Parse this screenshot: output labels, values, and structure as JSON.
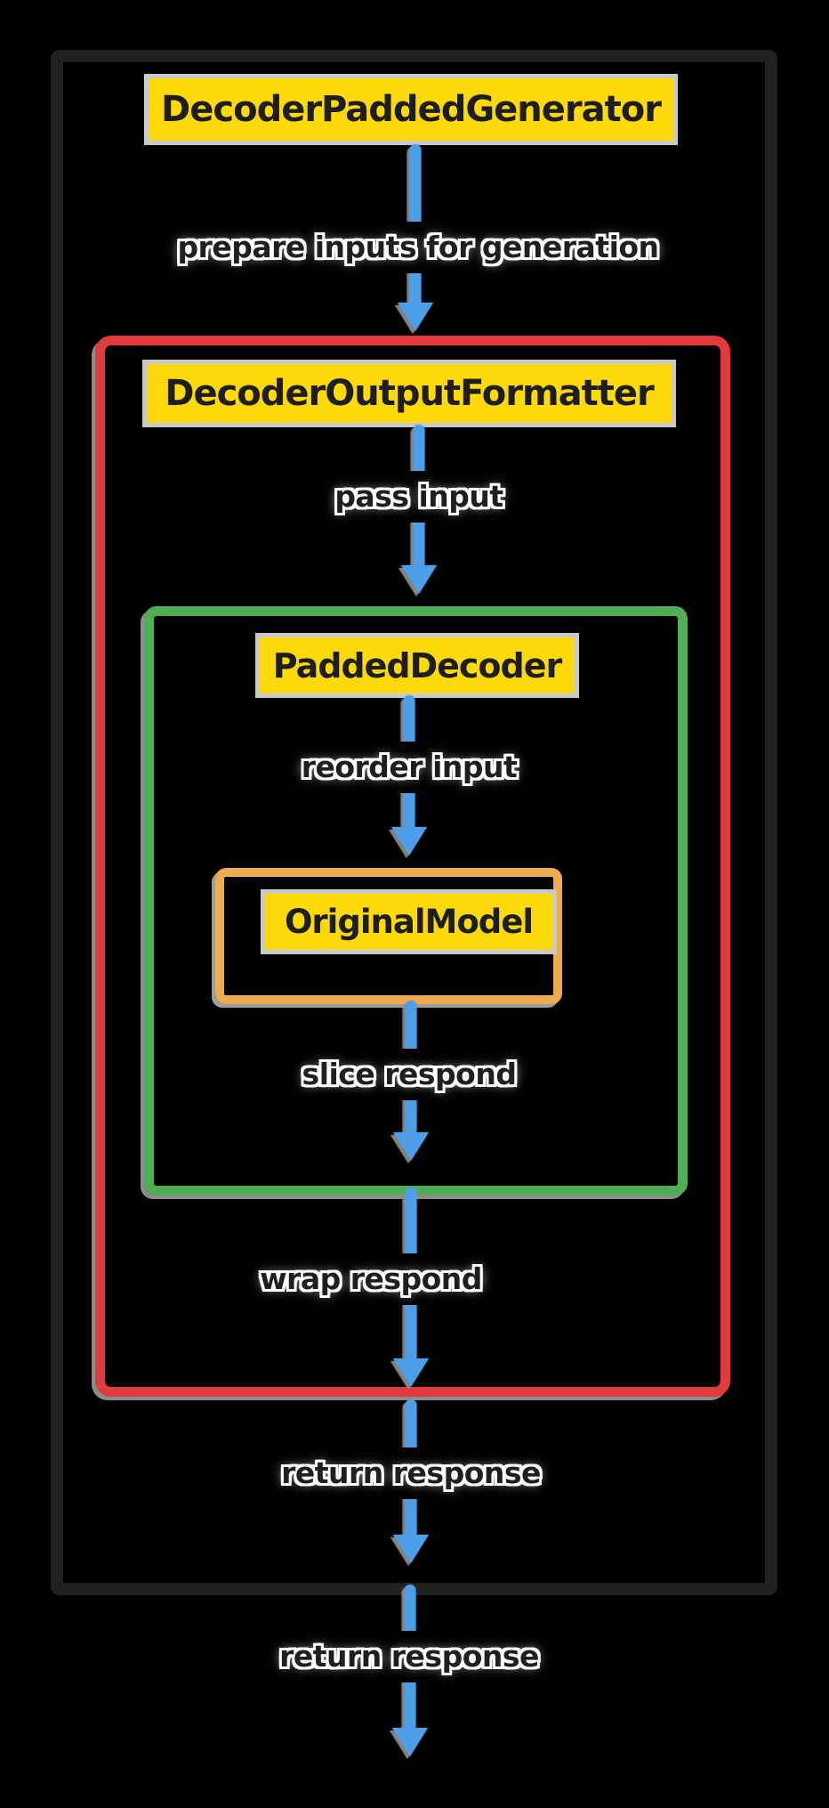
{
  "diagram": {
    "background_color": "#000000",
    "nodes": [
      {
        "id": "decoder-padded-generator",
        "label": "DecoderPaddedGenerator",
        "highlight_color": "#fed90b",
        "container_border_color": "#212121"
      },
      {
        "id": "decoder-output-formatter",
        "label": "DecoderOutputFormatter",
        "highlight_color": "#fed90b",
        "container_border_color": "#e23b3b"
      },
      {
        "id": "padded-decoder",
        "label": "PaddedDecoder",
        "highlight_color": "#fed90b",
        "container_border_color": "#4fae55"
      },
      {
        "id": "original-model",
        "label": "OriginalModel",
        "highlight_color": "#fed90b",
        "container_border_color": "#eeab4f"
      }
    ],
    "edges": [
      {
        "label": "prepare inputs for generation",
        "from": "DecoderPaddedGenerator",
        "to": "DecoderOutputFormatter"
      },
      {
        "label": "pass input",
        "from": "DecoderOutputFormatter",
        "to": "PaddedDecoder"
      },
      {
        "label": "reorder input",
        "from": "PaddedDecoder",
        "to": "OriginalModel"
      },
      {
        "label": "slice respond",
        "from": "OriginalModel",
        "to": "PaddedDecoder"
      },
      {
        "label": "wrap respond",
        "from": "PaddedDecoder",
        "to": "DecoderOutputFormatter"
      },
      {
        "label": "return response",
        "from": "DecoderOutputFormatter",
        "to": "DecoderPaddedGenerator"
      },
      {
        "label": "return response",
        "from": "DecoderPaddedGenerator",
        "to": ""
      }
    ],
    "arrow_color": "#4d9fea",
    "label_text_color": "#1f1f1f",
    "label_outline_color": "#ffffff",
    "shadow_stroke_color": "#8d8d8d"
  }
}
